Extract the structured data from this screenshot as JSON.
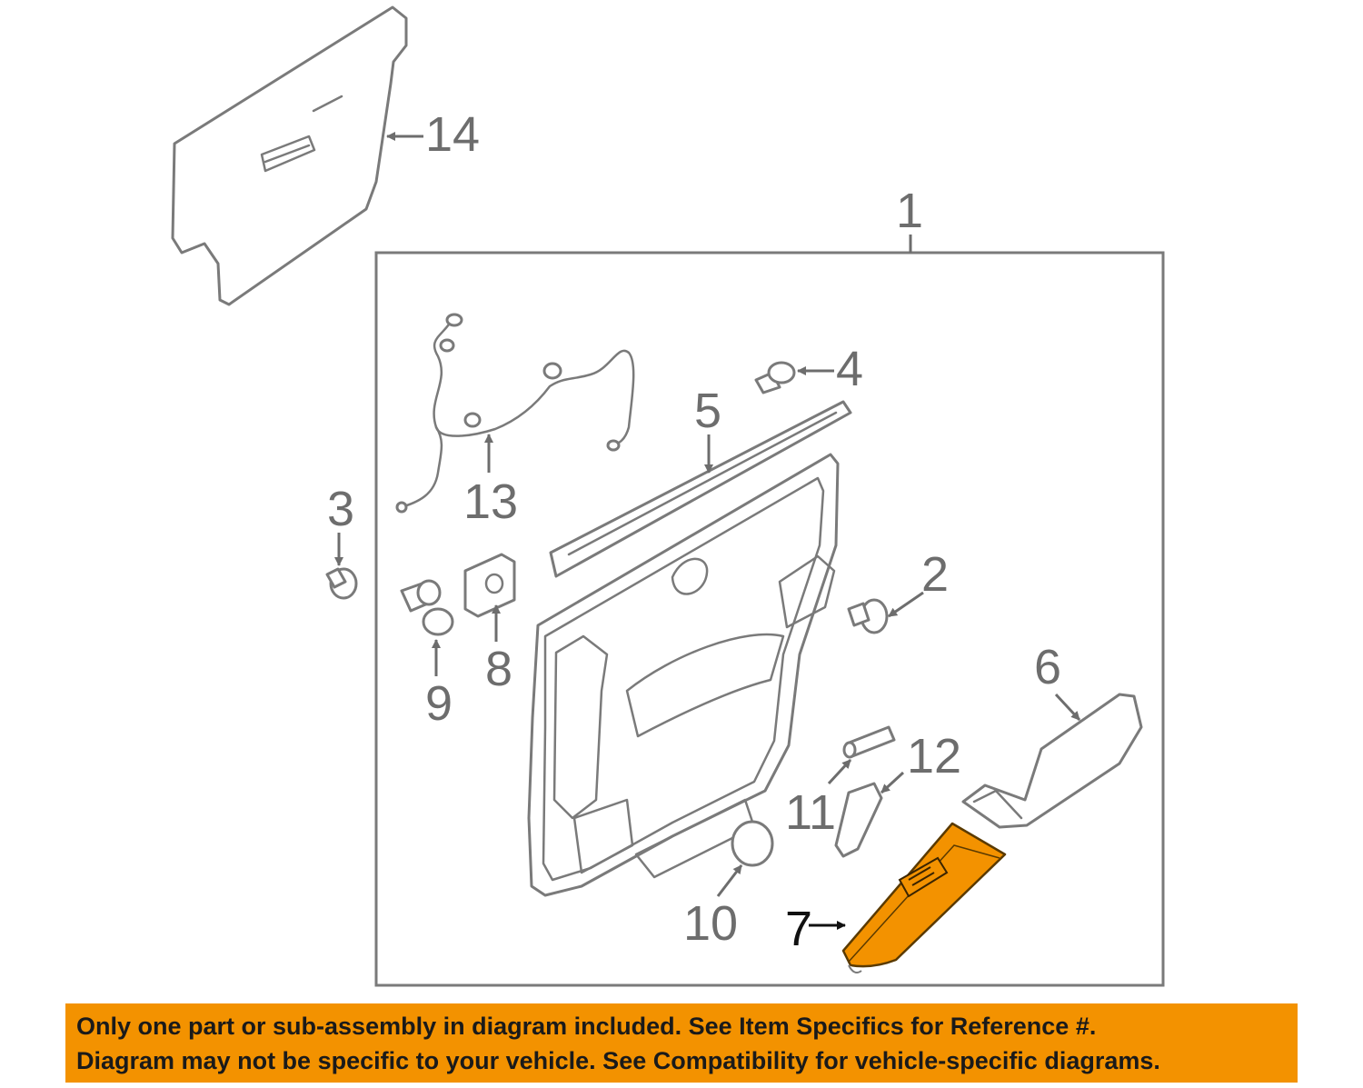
{
  "callouts": {
    "c1": "1",
    "c2": "2",
    "c3": "3",
    "c4": "4",
    "c5": "5",
    "c6": "6",
    "c7": "7",
    "c8": "8",
    "c9": "9",
    "c10": "10",
    "c11": "11",
    "c12": "12",
    "c13": "13",
    "c14": "14"
  },
  "highlight": {
    "part": "7",
    "color": "#f39200"
  },
  "colors": {
    "line": "#7a7a7a",
    "label": "#6d6d6d",
    "banner": "#f39200"
  },
  "notice": {
    "line1": "Only one part or sub-assembly in diagram included. See Item Specifics for Reference #.",
    "line2": "Diagram may not be specific to your vehicle. See Compatibility for vehicle-specific diagrams."
  }
}
